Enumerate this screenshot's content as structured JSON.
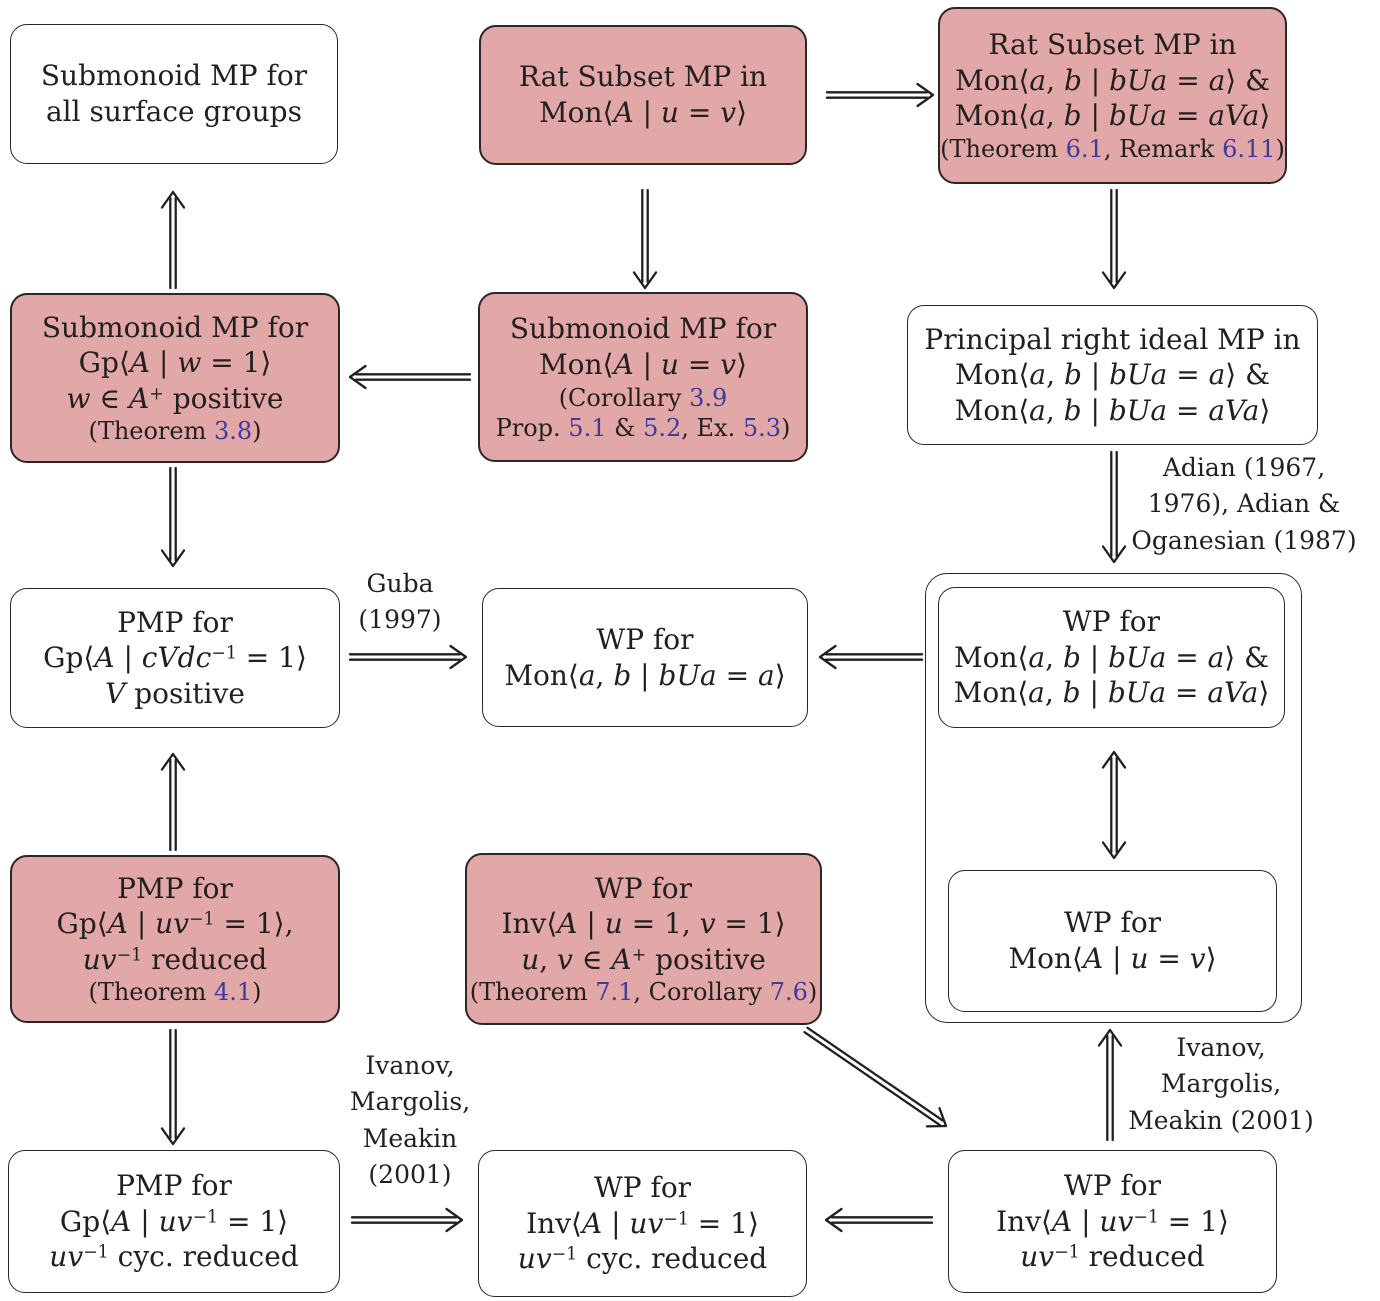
{
  "palette": {
    "box_pink": "#E2A7A7",
    "box_border": "#2B2628",
    "text": "#231F20",
    "link": "#3D3B9E",
    "background": "#FFFFFF"
  },
  "boxes": {
    "surface": {
      "lines": [
        [
          {
            "t": "Submonoid MP for"
          }
        ],
        [
          {
            "t": "all surface groups"
          }
        ]
      ],
      "notes": []
    },
    "ratuv": {
      "lines": [
        [
          {
            "t": "Rat Subset MP in"
          }
        ],
        [
          {
            "t": "Mon⟨"
          },
          {
            "t": "A",
            "s": "i"
          },
          {
            "t": " | "
          },
          {
            "t": "u",
            "s": "i"
          },
          {
            "t": " = "
          },
          {
            "t": "v",
            "s": "i"
          },
          {
            "t": "⟩"
          }
        ]
      ],
      "notes": []
    },
    "ratab": {
      "lines": [
        [
          {
            "t": "Rat Subset MP in"
          }
        ],
        [
          {
            "t": "Mon⟨"
          },
          {
            "t": "a",
            "s": "i"
          },
          {
            "t": ", "
          },
          {
            "t": "b",
            "s": "i"
          },
          {
            "t": " | "
          },
          {
            "t": "bUa",
            "s": "i"
          },
          {
            "t": " = "
          },
          {
            "t": "a",
            "s": "i"
          },
          {
            "t": "⟩ &"
          }
        ],
        [
          {
            "t": "Mon⟨"
          },
          {
            "t": "a",
            "s": "i"
          },
          {
            "t": ", "
          },
          {
            "t": "b",
            "s": "i"
          },
          {
            "t": " | "
          },
          {
            "t": "bUa",
            "s": "i"
          },
          {
            "t": " = "
          },
          {
            "t": "aVa",
            "s": "i"
          },
          {
            "t": "⟩"
          }
        ]
      ],
      "notes": [
        [
          {
            "t": "(Theorem "
          },
          {
            "t": "6.1",
            "s": "link"
          },
          {
            "t": ", Remark "
          },
          {
            "t": "6.11",
            "s": "link"
          },
          {
            "t": ")"
          }
        ]
      ]
    },
    "subgp": {
      "lines": [
        [
          {
            "t": "Submonoid MP for"
          }
        ],
        [
          {
            "t": "Gp⟨"
          },
          {
            "t": "A",
            "s": "i"
          },
          {
            "t": " | "
          },
          {
            "t": "w",
            "s": "i"
          },
          {
            "t": " = 1⟩"
          }
        ],
        [
          {
            "t": "w",
            "s": "i"
          },
          {
            "t": " ∈ "
          },
          {
            "t": "A",
            "s": "i"
          },
          {
            "t": "+",
            "s": "sup"
          },
          {
            "t": " positive"
          }
        ]
      ],
      "notes": [
        [
          {
            "t": "(Theorem "
          },
          {
            "t": "3.8",
            "s": "link"
          },
          {
            "t": ")"
          }
        ]
      ]
    },
    "submon": {
      "lines": [
        [
          {
            "t": "Submonoid MP for"
          }
        ],
        [
          {
            "t": "Mon⟨"
          },
          {
            "t": "A",
            "s": "i"
          },
          {
            "t": " | "
          },
          {
            "t": "u",
            "s": "i"
          },
          {
            "t": " = "
          },
          {
            "t": "v",
            "s": "i"
          },
          {
            "t": "⟩"
          }
        ]
      ],
      "notes": [
        [
          {
            "t": "(Corollary "
          },
          {
            "t": "3.9",
            "s": "link"
          }
        ],
        [
          {
            "t": "Prop. "
          },
          {
            "t": "5.1",
            "s": "link"
          },
          {
            "t": " & "
          },
          {
            "t": "5.2",
            "s": "link"
          },
          {
            "t": ", Ex. "
          },
          {
            "t": "5.3",
            "s": "link"
          },
          {
            "t": ")"
          }
        ]
      ]
    },
    "pri": {
      "lines": [
        [
          {
            "t": "Principal right ideal MP in"
          }
        ],
        [
          {
            "t": "Mon⟨"
          },
          {
            "t": "a",
            "s": "i"
          },
          {
            "t": ", "
          },
          {
            "t": "b",
            "s": "i"
          },
          {
            "t": " | "
          },
          {
            "t": "bUa",
            "s": "i"
          },
          {
            "t": " = "
          },
          {
            "t": "a",
            "s": "i"
          },
          {
            "t": "⟩ &"
          }
        ],
        [
          {
            "t": "Mon⟨"
          },
          {
            "t": "a",
            "s": "i"
          },
          {
            "t": ", "
          },
          {
            "t": "b",
            "s": "i"
          },
          {
            "t": " | "
          },
          {
            "t": "bUa",
            "s": "i"
          },
          {
            "t": " = "
          },
          {
            "t": "aVa",
            "s": "i"
          },
          {
            "t": "⟩"
          }
        ]
      ],
      "notes": []
    },
    "pmpcv": {
      "lines": [
        [
          {
            "t": "PMP for"
          }
        ],
        [
          {
            "t": "Gp⟨"
          },
          {
            "t": "A",
            "s": "i"
          },
          {
            "t": " | "
          },
          {
            "t": "cVdc",
            "s": "i"
          },
          {
            "t": "−1",
            "s": "sup"
          },
          {
            "t": " = 1⟩"
          }
        ],
        [
          {
            "t": "V",
            "s": "i"
          },
          {
            "t": " positive"
          }
        ]
      ],
      "notes": []
    },
    "wpbua": {
      "lines": [
        [
          {
            "t": "WP for"
          }
        ],
        [
          {
            "t": "Mon⟨"
          },
          {
            "t": "a",
            "s": "i"
          },
          {
            "t": ", "
          },
          {
            "t": "b",
            "s": "i"
          },
          {
            "t": " | "
          },
          {
            "t": "bUa",
            "s": "i"
          },
          {
            "t": " = "
          },
          {
            "t": "a",
            "s": "i"
          },
          {
            "t": "⟩"
          }
        ]
      ],
      "notes": []
    },
    "wppair": {
      "lines": [
        [
          {
            "t": "WP for"
          }
        ],
        [
          {
            "t": "Mon⟨"
          },
          {
            "t": "a",
            "s": "i"
          },
          {
            "t": ", "
          },
          {
            "t": "b",
            "s": "i"
          },
          {
            "t": " | "
          },
          {
            "t": "bUa",
            "s": "i"
          },
          {
            "t": " = "
          },
          {
            "t": "a",
            "s": "i"
          },
          {
            "t": "⟩ &"
          }
        ],
        [
          {
            "t": "Mon⟨"
          },
          {
            "t": "a",
            "s": "i"
          },
          {
            "t": ", "
          },
          {
            "t": "b",
            "s": "i"
          },
          {
            "t": " | "
          },
          {
            "t": "bUa",
            "s": "i"
          },
          {
            "t": " = "
          },
          {
            "t": "aVa",
            "s": "i"
          },
          {
            "t": "⟩"
          }
        ]
      ],
      "notes": []
    },
    "wpmonuv": {
      "lines": [
        [
          {
            "t": "WP for"
          }
        ],
        [
          {
            "t": "Mon⟨"
          },
          {
            "t": "A",
            "s": "i"
          },
          {
            "t": " | "
          },
          {
            "t": "u",
            "s": "i"
          },
          {
            "t": " = "
          },
          {
            "t": "v",
            "s": "i"
          },
          {
            "t": "⟩"
          }
        ]
      ],
      "notes": []
    },
    "pmpuv": {
      "lines": [
        [
          {
            "t": "PMP for"
          }
        ],
        [
          {
            "t": "Gp⟨"
          },
          {
            "t": "A",
            "s": "i"
          },
          {
            "t": " | "
          },
          {
            "t": "uv",
            "s": "i"
          },
          {
            "t": "−1",
            "s": "sup"
          },
          {
            "t": " = 1⟩,"
          }
        ],
        [
          {
            "t": "uv",
            "s": "i"
          },
          {
            "t": "−1",
            "s": "sup"
          },
          {
            "t": " reduced"
          }
        ]
      ],
      "notes": [
        [
          {
            "t": "(Theorem "
          },
          {
            "t": "4.1",
            "s": "link"
          },
          {
            "t": ")"
          }
        ]
      ]
    },
    "wpinv11": {
      "lines": [
        [
          {
            "t": "WP for"
          }
        ],
        [
          {
            "t": "Inv⟨"
          },
          {
            "t": "A",
            "s": "i"
          },
          {
            "t": " | "
          },
          {
            "t": "u",
            "s": "i"
          },
          {
            "t": " = 1, "
          },
          {
            "t": "v",
            "s": "i"
          },
          {
            "t": " = 1⟩"
          }
        ],
        [
          {
            "t": "u",
            "s": "i"
          },
          {
            "t": ", "
          },
          {
            "t": "v",
            "s": "i"
          },
          {
            "t": " ∈ "
          },
          {
            "t": "A",
            "s": "i"
          },
          {
            "t": "+",
            "s": "sup"
          },
          {
            "t": " positive"
          }
        ]
      ],
      "notes": [
        [
          {
            "t": "(Theorem "
          },
          {
            "t": "7.1",
            "s": "link"
          },
          {
            "t": ", Corollary "
          },
          {
            "t": "7.6",
            "s": "link"
          },
          {
            "t": ")"
          }
        ]
      ]
    },
    "pmpcyc": {
      "lines": [
        [
          {
            "t": "PMP for"
          }
        ],
        [
          {
            "t": "Gp⟨"
          },
          {
            "t": "A",
            "s": "i"
          },
          {
            "t": " | "
          },
          {
            "t": "uv",
            "s": "i"
          },
          {
            "t": "−1",
            "s": "sup"
          },
          {
            "t": " = 1⟩"
          }
        ],
        [
          {
            "t": "uv",
            "s": "i"
          },
          {
            "t": "−1",
            "s": "sup"
          },
          {
            "t": " cyc. reduced"
          }
        ]
      ],
      "notes": []
    },
    "wpinvcyc": {
      "lines": [
        [
          {
            "t": "WP for"
          }
        ],
        [
          {
            "t": "Inv⟨"
          },
          {
            "t": "A",
            "s": "i"
          },
          {
            "t": " | "
          },
          {
            "t": "uv",
            "s": "i"
          },
          {
            "t": "−1",
            "s": "sup"
          },
          {
            "t": " = 1⟩"
          }
        ],
        [
          {
            "t": "uv",
            "s": "i"
          },
          {
            "t": "−1",
            "s": "sup"
          },
          {
            "t": " cyc. reduced"
          }
        ]
      ],
      "notes": []
    },
    "wpinvred": {
      "lines": [
        [
          {
            "t": "WP for"
          }
        ],
        [
          {
            "t": "Inv⟨"
          },
          {
            "t": "A",
            "s": "i"
          },
          {
            "t": " | "
          },
          {
            "t": "uv",
            "s": "i"
          },
          {
            "t": "−1",
            "s": "sup"
          },
          {
            "t": " = 1⟩"
          }
        ],
        [
          {
            "t": "uv",
            "s": "i"
          },
          {
            "t": "−1",
            "s": "sup"
          },
          {
            "t": " reduced"
          }
        ]
      ],
      "notes": []
    }
  },
  "labels": {
    "guba": [
      [
        {
          "t": "Guba"
        }
      ],
      [
        {
          "t": "(1997)"
        }
      ]
    ],
    "adian": [
      [
        {
          "t": "Adian (1967,"
        }
      ],
      [
        {
          "t": "1976), Adian &"
        }
      ],
      [
        {
          "t": "Oganesian (1987)"
        }
      ]
    ],
    "imm_left": [
      [
        {
          "t": "Ivanov,"
        }
      ],
      [
        {
          "t": "Margolis,"
        }
      ],
      [
        {
          "t": "Meakin"
        }
      ],
      [
        {
          "t": "(2001)"
        }
      ]
    ],
    "imm_right": [
      [
        {
          "t": "Ivanov,"
        }
      ],
      [
        {
          "t": "Margolis,"
        }
      ],
      [
        {
          "t": "Meakin (2001)"
        }
      ]
    ]
  }
}
